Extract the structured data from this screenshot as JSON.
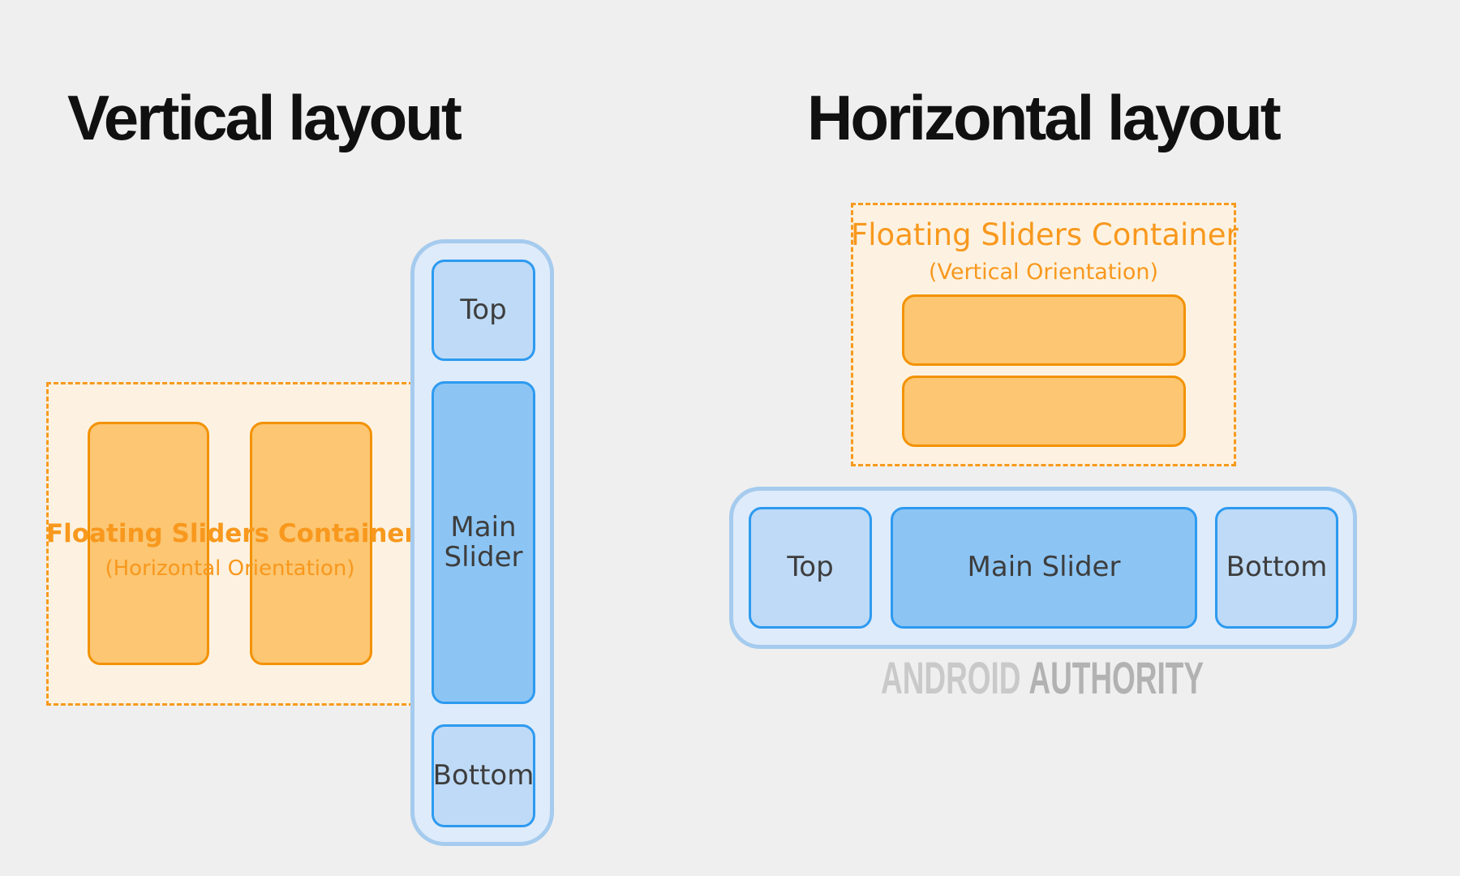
{
  "left_section": {
    "title": "Vertical layout",
    "floating_container": {
      "label": "Floating Sliders Container",
      "sublabel": "(Horizontal Orientation)",
      "slider_count": 2,
      "orientation": "horizontal"
    },
    "main_container": {
      "orientation": "vertical",
      "top_label": "Top",
      "main_label": "Main Slider",
      "bottom_label": "Bottom"
    }
  },
  "right_section": {
    "title": "Horizontal layout",
    "floating_container": {
      "label": "Floating Sliders Container",
      "sublabel": "(Vertical Orientation)",
      "slider_count": 2,
      "orientation": "vertical"
    },
    "main_container": {
      "orientation": "horizontal",
      "top_label": "Top",
      "main_label": "Main Slider",
      "bottom_label": "Bottom"
    }
  },
  "watermark": {
    "word1": "ANDROID",
    "word2": "AUTHORITY"
  },
  "colors": {
    "background": "#efefef",
    "title_text": "#101010",
    "cream_fill": "#fdf2e1",
    "dashed_border": "#f79a1d",
    "orange_fill": "#fcc672",
    "orange_border": "#f39204",
    "orange_text": "#f8981d",
    "blue_container_fill": "#deebfa",
    "blue_container_border": "#a5cbee",
    "blue_box_fill_light": "#bedaf6",
    "blue_box_fill_main": "#8cc5f4",
    "blue_box_border": "#2d9af0",
    "box_label_text": "#3d3d3d",
    "watermark_light": "#c9c9c9",
    "watermark_dark": "#b2b2b2"
  }
}
